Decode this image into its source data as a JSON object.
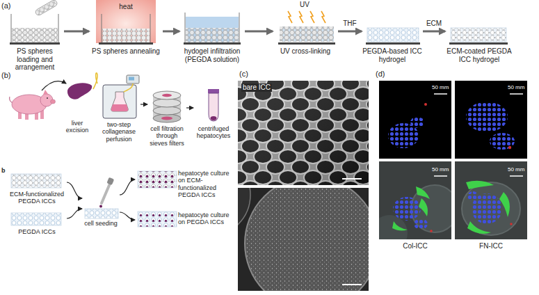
{
  "diagram": {
    "nodes": [
      {
        "text": [
          "PS spheres loading and arrangement"
        ]
      },
      {
        "text": [
          "heat",
          "PS spheres annealing"
        ]
      },
      {
        "text": [
          "hydogel infiltration (PEGDA solution)"
        ]
      },
      {
        "text": [
          "UV cross-linking"
        ]
      },
      {
        "text": [
          "PEGDA-based ICC hydrogel"
        ]
      },
      {
        "text": [
          "ECM-coated PEGDA ICC hydrogel"
        ]
      },
      {
        "text": [
          "liver excision"
        ]
      },
      {
        "text": [
          "two-step collagenase perfusion"
        ]
      },
      {
        "text": [
          "cell filtration through sieves filters"
        ]
      },
      {
        "text": [
          "centrifuged hepatocytes"
        ]
      },
      {
        "text": [
          "ECM-functionalized PEGDA ICCs"
        ]
      },
      {
        "text": [
          "PEGDA ICCs"
        ]
      },
      {
        "text": [
          "cell seeding"
        ]
      },
      {
        "text": [
          "hepatocyte culture on ECM-functionalized PEGDA ICCs"
        ]
      },
      {
        "text": [
          "hepatocyte culture on PEGDA ICCs"
        ]
      }
    ],
    "edges": [
      {
        "from": 0,
        "to": 1,
        "arrow": "to"
      },
      {
        "from": 1,
        "to": 2,
        "arrow": "to"
      },
      {
        "from": 2,
        "to": 3,
        "arrow": "to"
      },
      {
        "from": 3,
        "to": 4,
        "label": "THF",
        "arrow": "to"
      },
      {
        "from": 4,
        "to": 5,
        "label": "ECM",
        "arrow": "to"
      },
      {
        "from": 6,
        "to": 7,
        "arrow": "none"
      },
      {
        "from": 7,
        "to": 8,
        "arrow": "to"
      },
      {
        "from": 8,
        "to": 9,
        "arrow": "to"
      },
      {
        "from": 10,
        "to": 12,
        "arrow": "to"
      },
      {
        "from": 11,
        "to": 12,
        "arrow": "to"
      },
      {
        "from": 12,
        "to": 13,
        "arrow": "to"
      },
      {
        "from": 12,
        "to": 14,
        "arrow": "to"
      }
    ],
    "labels": [
      "(a)",
      "UV",
      "(b)",
      "b",
      "(c)",
      "bare ICC",
      "(d)",
      "50 mm",
      "50 mm",
      "50 mm",
      "50 mm",
      "Col-ICC",
      "FN-ICC"
    ]
  }
}
